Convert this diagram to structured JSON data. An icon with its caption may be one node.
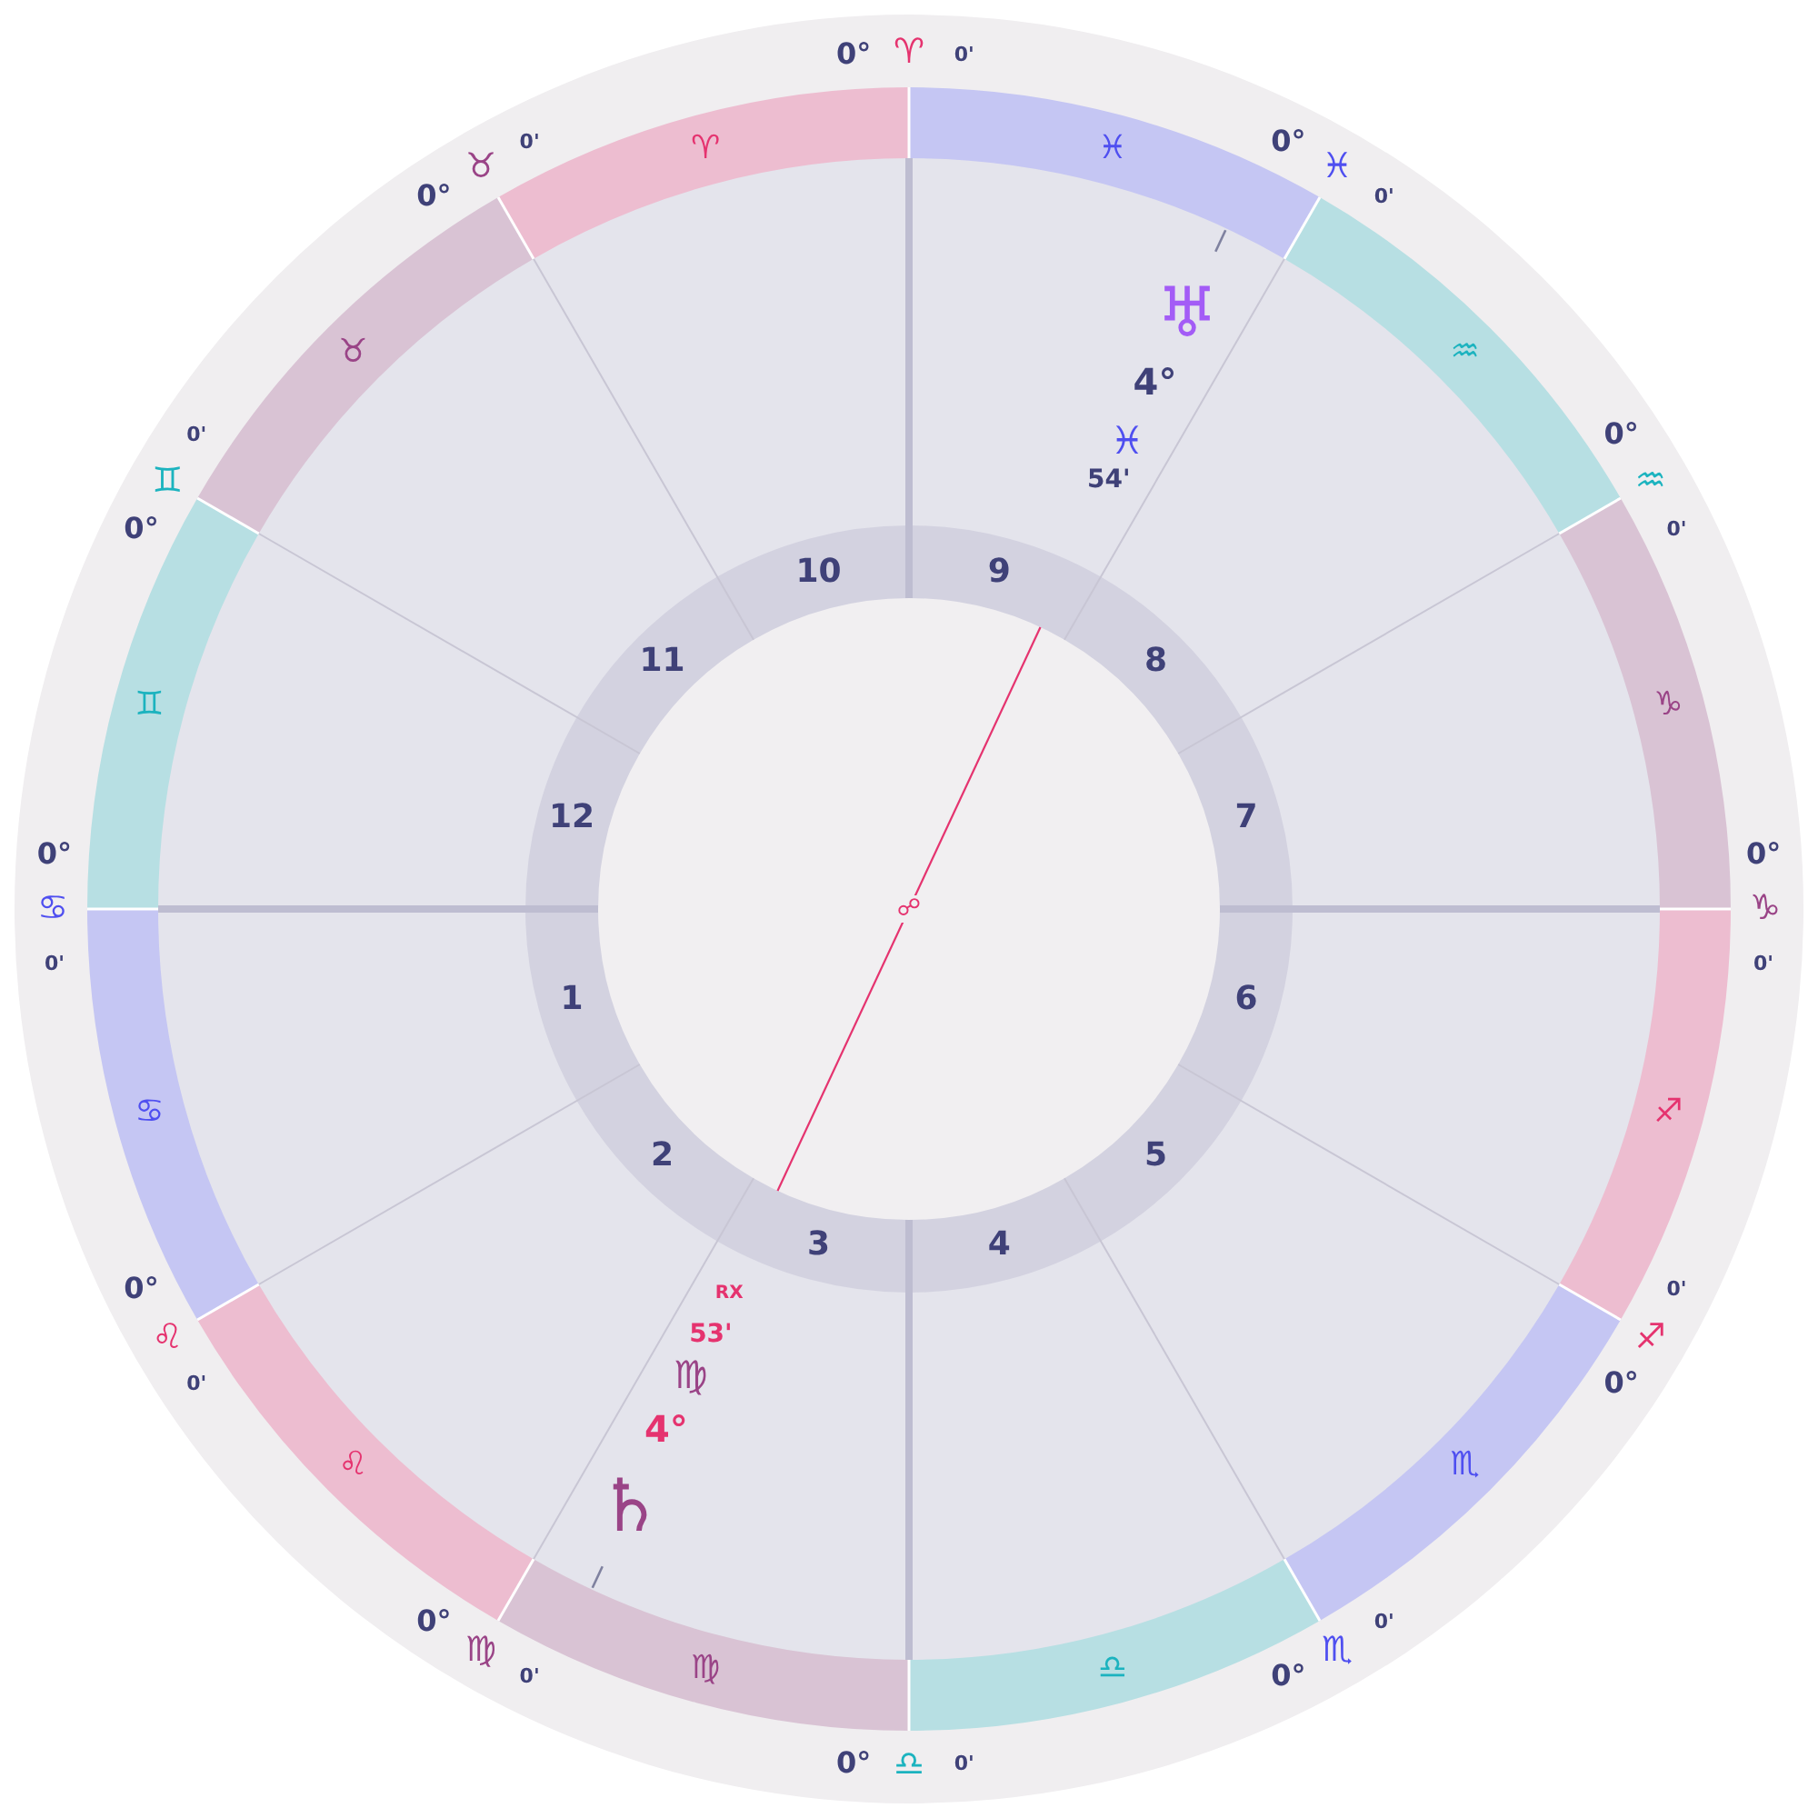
{
  "diagram": {
    "nodes": [
      {
        "text": [
          "♈"
        ]
      },
      {
        "text": [
          "♉"
        ]
      },
      {
        "text": [
          "♊"
        ]
      },
      {
        "text": [
          "♋"
        ]
      },
      {
        "text": [
          "♌"
        ]
      },
      {
        "text": [
          "♍"
        ]
      },
      {
        "text": [
          "♎"
        ]
      },
      {
        "text": [
          "♏"
        ]
      },
      {
        "text": [
          "♐"
        ]
      },
      {
        "text": [
          "♑"
        ]
      },
      {
        "text": [
          "♒"
        ]
      },
      {
        "text": [
          "♓"
        ]
      },
      {
        "text": [
          "1"
        ]
      },
      {
        "text": [
          "2"
        ]
      },
      {
        "text": [
          "3"
        ]
      },
      {
        "text": [
          "4"
        ]
      },
      {
        "text": [
          "5"
        ]
      },
      {
        "text": [
          "6"
        ]
      },
      {
        "text": [
          "7"
        ]
      },
      {
        "text": [
          "8"
        ]
      },
      {
        "text": [
          "9"
        ]
      },
      {
        "text": [
          "10"
        ]
      },
      {
        "text": [
          "11"
        ]
      },
      {
        "text": [
          "12"
        ]
      }
    ],
    "edges": [
      {
        "from": 20,
        "to": 14,
        "arrow": "none",
        "label": "☍",
        "color": "#e5336f"
      }
    ],
    "labels": [
      "0°",
      "♈",
      "0'",
      "0°",
      "♉",
      "0'",
      "0°",
      "♊",
      "0'",
      "0°",
      "♋",
      "0'",
      "0°",
      "♌",
      "0'",
      "0°",
      "♍",
      "0'",
      "0°",
      "♎",
      "0'",
      "0°",
      "♏",
      "0'",
      "0°",
      "♐",
      "0'",
      "0°",
      "♑",
      "0'",
      "0°",
      "♒",
      "0'",
      "0°",
      "♓",
      "0'",
      "♅",
      "4°",
      "♓",
      "54'",
      "RX",
      "53'",
      "♍",
      "4°",
      "♄"
    ]
  }
}
